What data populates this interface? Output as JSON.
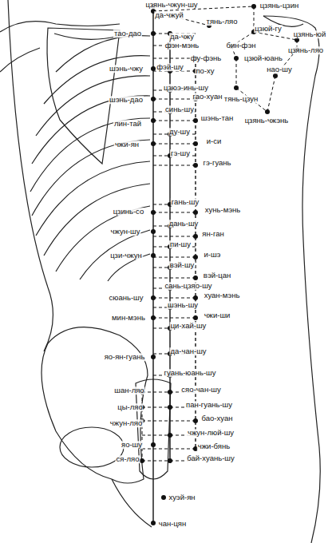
{
  "diagram": {
    "labels": [
      "цзянь-чжун-шу",
      "цзянь-цзин",
      "да-чжуй",
      "тянь-ляо",
      "цзюй-гу",
      "цзянь-юй",
      "тао-дао",
      "да-чжу",
      "фэн-мэнь",
      "бин-фэн",
      "цзянь-ляо",
      "фу-фэнь",
      "цзюй-юань",
      "шэнь-чжу",
      "фэй-шу",
      "по-ху",
      "нао-шу",
      "цзюэ-инь-шу",
      "гао-хуан",
      "тянь-цзун",
      "шэнь-дао",
      "синь-шу",
      "шэнь-тан",
      "цзянь-чжэнь",
      "лин-тай",
      "ду-шу",
      "и-си",
      "чжи-ян",
      "гэ-шу",
      "гэ-гуань",
      "гань-шу",
      "хунь-мэнь",
      "цзинь-со",
      "дань-шу",
      "чжун-шу",
      "ян-ган",
      "пи-шу",
      "цзи-чжун",
      "и-шэ",
      "вэй-шу",
      "вэй-цан",
      "сань-цзяо-шу",
      "сюань-шу",
      "хуан-мэнь",
      "шэнь-шу",
      "мин-мэнь",
      "чжи-ши",
      "ци-хай-шу",
      "да-чан-шу",
      "яо-ян-гуань",
      "гуань-юань-шу",
      "шан-ляо",
      "сяо-чан-шу",
      "цы-ляо",
      "пан-гуань-шу",
      "бао-хуан",
      "чжун-ляо",
      "чжун-люй-шу",
      "яо-шу",
      "чжи-бянь",
      "ся-ляо",
      "бай-хуань-шу",
      "хуэй-ян",
      "чан-цян"
    ]
  }
}
